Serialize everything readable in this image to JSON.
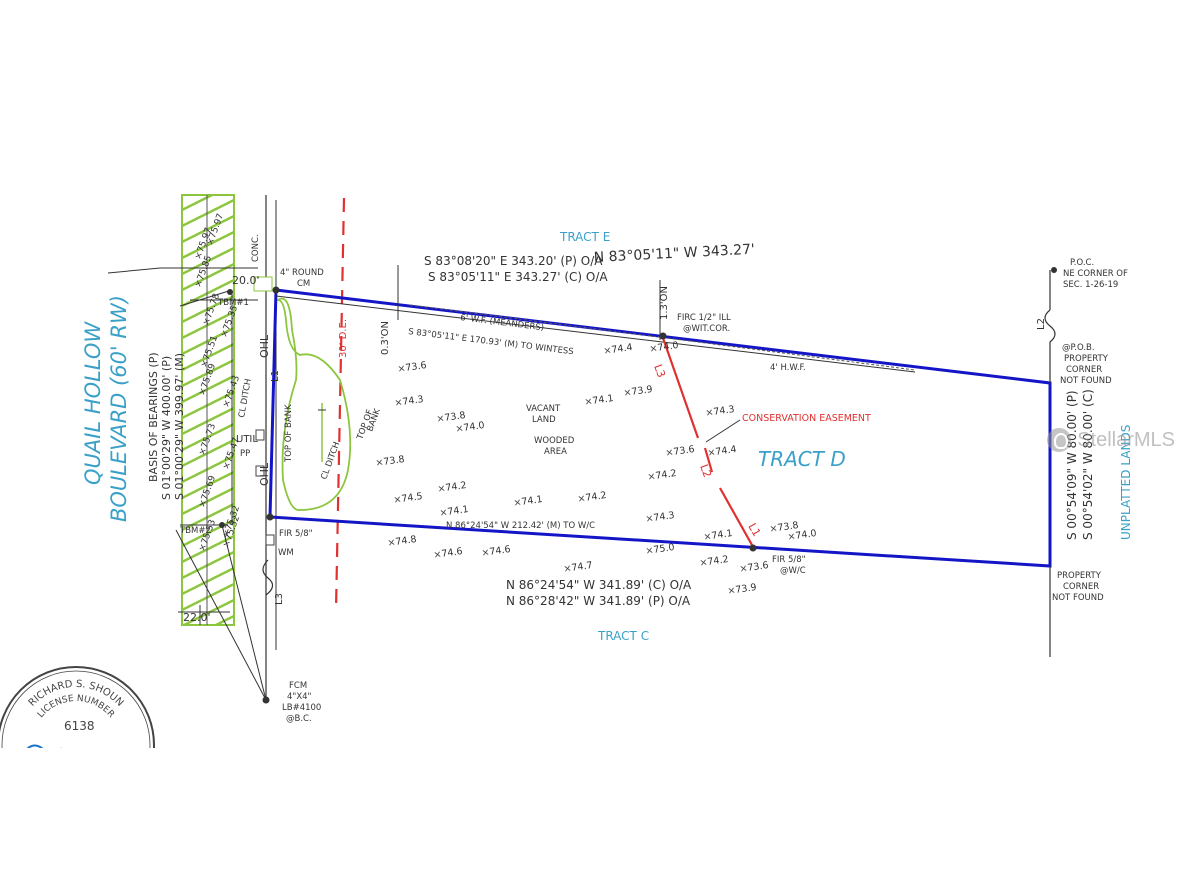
{
  "road": {
    "name_line1": "QUAIL HOLLOW",
    "name_line2": "BOULEVARD (60' RW)",
    "basis": "BASIS OF BEARINGS (P)",
    "bearing_p": "S 01°00'29\" W 400.00' (P)",
    "bearing_m": "S 01°00'29\" W 399.97' (M)",
    "width_label": "22.0'",
    "dim_20": "20.0'",
    "utility_line": "L3"
  },
  "tracts": {
    "north": "TRACT E",
    "south": "TRACT C",
    "subject": "TRACT D",
    "east": "UNPLATTED LANDS"
  },
  "boundary": {
    "north_bearing": "N 83°05'11\" W 343.27'",
    "north_p": "S 83°08'20\" E 343.20' (P) O/A",
    "north_c": "S 83°05'11\" E 343.27' (C) O/A",
    "north_witness": "S 83°05'11\" E 170.93' (M) TO WINTESS",
    "meander": "6' W.F. (MEANDERS)",
    "east_p": "S 00°54'09\" W 80.00' (P)",
    "east_c": "S 00°54'02\" W 80.00' (C)",
    "south_c": "N 86°24'54\" W 341.89' (C) O/A",
    "south_p": "N 86°28'42\" W 341.89' (P) O/A",
    "south_inner": "N 86°24'54\" W 212.42' (M) TO W/C",
    "hwf": "4' H.W.F.",
    "hwf_offset_n": "0.3'ON",
    "hwf_offset_mid": "1.3'ON"
  },
  "easements": {
    "de": "30' D.E.",
    "conservation": "CONSERVATION EASEMENT",
    "lines": [
      "L3",
      "L2",
      "L1"
    ],
    "west_line": "L1",
    "east_line": "L2"
  },
  "monuments": {
    "round": [
      "4\" ROUND",
      "CM"
    ],
    "firc_top": [
      "FIRC 1/2\" ILL",
      "@WIT.COR."
    ],
    "fir_west": "FIR 5/8\"",
    "fir_south": [
      "FIR 5/8\"",
      "@W/C"
    ],
    "fcm": [
      "FCM",
      "4\"X4\"",
      "LB#4100",
      "@B.C."
    ],
    "poc": [
      "P.O.C.",
      "NE CORNER OF",
      "SEC. 1-26-19"
    ],
    "pob": [
      "@P.O.B.",
      "PROPERTY",
      "CORNER",
      "NOT FOUND"
    ],
    "se_corner": [
      "PROPERTY",
      "CORNER",
      "NOT FOUND"
    ],
    "tbm1": "TBM#1",
    "tbm2": "TBM#2",
    "conc": "CONC."
  },
  "features": {
    "vacant": [
      "VACANT",
      "LAND"
    ],
    "wooded": [
      "WOODED",
      "AREA"
    ],
    "top_bank_left": "TOP OF BANK",
    "top_bank_right": [
      "TOP OF",
      "BANK"
    ],
    "ditch": "CL DITCH",
    "ditch_road": "CL DITCH",
    "ohl": "OHL",
    "util": "UTIL",
    "pp": "PP",
    "wm": "WM"
  },
  "elevations": [
    "73.6",
    "74.3",
    "73.8",
    "73.8",
    "74.0",
    "74.4",
    "74.0",
    "74.1",
    "73.9",
    "74.3",
    "74.4",
    "73.6",
    "74.2",
    "74.5",
    "74.2",
    "74.1",
    "74.1",
    "74.2",
    "74.3",
    "74.8",
    "74.6",
    "74.6",
    "74.7",
    "75.0",
    "74.1",
    "74.2",
    "73.6",
    "73.8",
    "74.0",
    "73.9",
    "75.97",
    "75.85",
    "75.51",
    "75.35",
    "75.89",
    "75.43",
    "75.73",
    "75.47",
    "75.69",
    "75.32",
    "75.53",
    "75.52",
    "75.78",
    "75.97"
  ],
  "seal": {
    "name": "RICHARD S. SHOUN",
    "label": "LICENSE NUMBER",
    "number": "6138"
  },
  "watermark": "StellarMLS",
  "colors": {
    "boundary": "#1515c8",
    "easement": "#e03030",
    "road_hatch": "#8cc63f",
    "label_blue": "#3aa0c8",
    "line": "#333333"
  }
}
